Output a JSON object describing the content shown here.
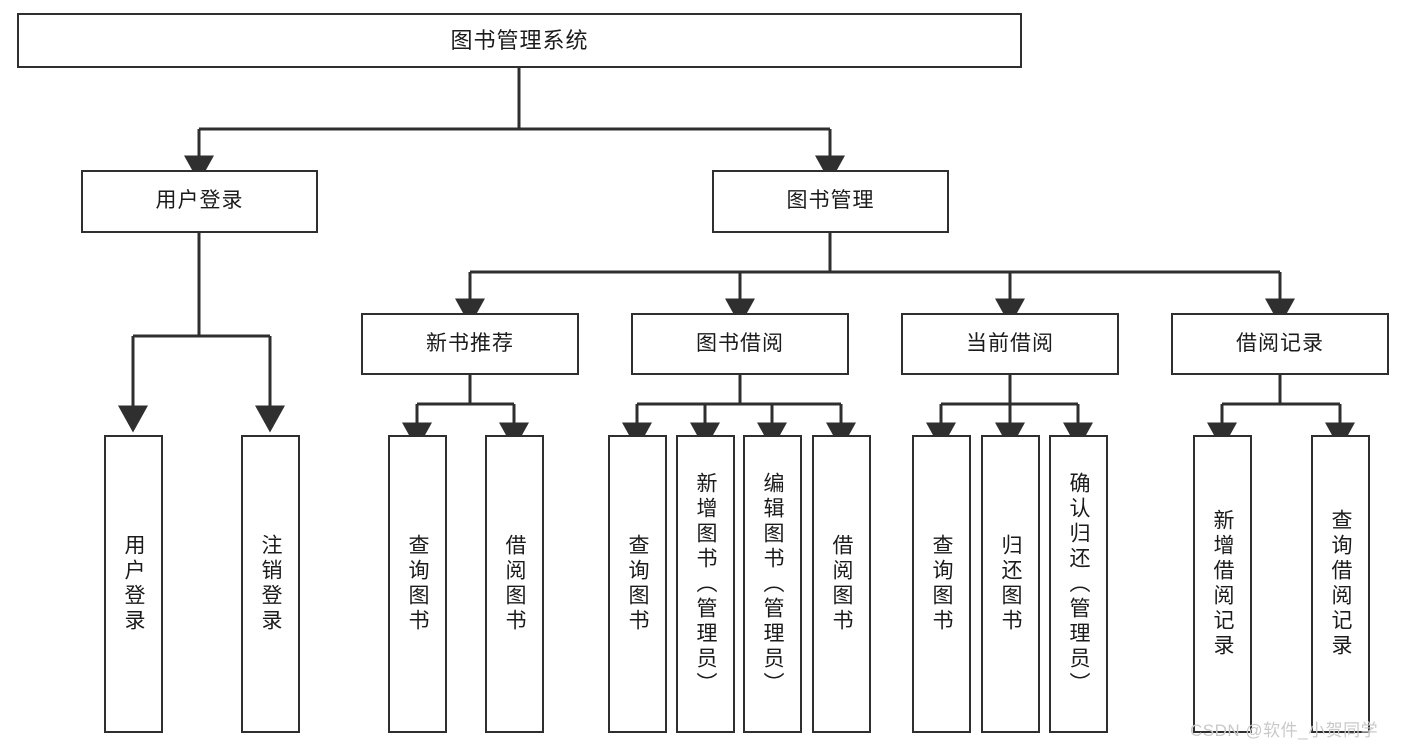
{
  "diagram": {
    "type": "tree-hierarchy",
    "title": "图书管理系统",
    "colors": {
      "box_border": "#2f2f2f",
      "box_fill": "#ffffff",
      "link": "#2f2f2f",
      "text": "#1b1b1b",
      "watermark": "#c9c9c9"
    },
    "nodes": {
      "root": {
        "label": "图书管理系统"
      },
      "level2": [
        {
          "label": "用户登录"
        },
        {
          "label": "图书管理"
        }
      ],
      "level3": [
        {
          "label": "新书推荐"
        },
        {
          "label": "图书借阅"
        },
        {
          "label": "当前借阅"
        },
        {
          "label": "借阅记录"
        }
      ],
      "leaves": {
        "user_login": [
          {
            "label": "用户登录"
          },
          {
            "label": "注销登录"
          }
        ],
        "new_book_recommend": [
          {
            "label": "查询图书"
          },
          {
            "label": "借阅图书"
          }
        ],
        "book_borrow": [
          {
            "label": "查询图书"
          },
          {
            "label": "新增图书（管理员）"
          },
          {
            "label": "编辑图书（管理员）"
          },
          {
            "label": "借阅图书"
          }
        ],
        "current_borrow": [
          {
            "label": "查询图书"
          },
          {
            "label": "归还图书"
          },
          {
            "label": "确认归还（管理员）"
          }
        ],
        "borrow_record": [
          {
            "label": "新增借阅记录"
          },
          {
            "label": "查询借阅记录"
          }
        ]
      }
    },
    "watermark": {
      "text": "CSDN @软件_小贺同学"
    }
  }
}
